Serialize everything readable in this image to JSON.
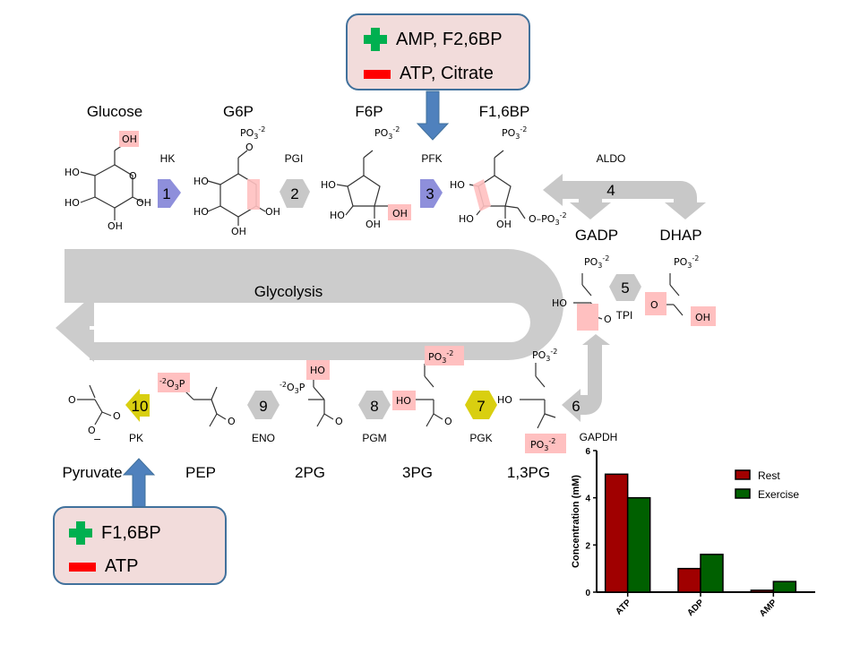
{
  "title": "Glycolysis",
  "metabolites": {
    "glucose": "Glucose",
    "g6p": "G6P",
    "f6p": "F6P",
    "f16bp": "F1,6BP",
    "gadp": "GADP",
    "dhap": "DHAP",
    "bpg13": "1,3PG",
    "pg3": "3PG",
    "pg2": "2PG",
    "pep": "PEP",
    "pyruvate": "Pyruvate"
  },
  "steps": [
    {
      "number": "1",
      "enzyme": "HK",
      "type": "irreversible",
      "color": "#8e8fdb"
    },
    {
      "number": "2",
      "enzyme": "PGI",
      "type": "reversible",
      "color": "#c8c8c8"
    },
    {
      "number": "3",
      "enzyme": "PFK",
      "type": "irreversible",
      "color": "#8e8fdb"
    },
    {
      "number": "4",
      "enzyme": "ALDO",
      "type": "reversible",
      "color": "#c8c8c8"
    },
    {
      "number": "5",
      "enzyme": "TPI",
      "type": "reversible",
      "color": "#c8c8c8"
    },
    {
      "number": "6",
      "enzyme": "GAPDH",
      "type": "reversible",
      "color": "#c8c8c8"
    },
    {
      "number": "7",
      "enzyme": "PGK",
      "type": "reversible",
      "color": "#d9cf10"
    },
    {
      "number": "8",
      "enzyme": "PGM",
      "type": "reversible",
      "color": "#c8c8c8"
    },
    {
      "number": "9",
      "enzyme": "ENO",
      "type": "reversible",
      "color": "#c8c8c8"
    },
    {
      "number": "10",
      "enzyme": "PK",
      "type": "irreversible",
      "color": "#d9cf10"
    }
  ],
  "chem_labels": {
    "oh": "OH",
    "ho": "HO",
    "o": "O",
    "po3": "PO",
    "po3_sub": "3",
    "po3_sup": "-2",
    "o3p_pre": "-2",
    "o3p": "O",
    "o3p_sub": "3",
    "o3p_p": "P",
    "ominus": "−"
  },
  "regulation": {
    "pfk": {
      "activators": "AMP, F2,6BP",
      "inhibitors": "ATP, Citrate"
    },
    "pk": {
      "activators": "F1,6BP",
      "inhibitors": "ATP"
    }
  },
  "colors": {
    "irreversible_purple": "#8e8fdb",
    "yellow_step": "#d9cf10",
    "gray_arrow": "#c8c8c8",
    "highlight": "#ffc0c0",
    "reg_border": "#41719c",
    "reg_fill": "#f2dcdb",
    "reg_arrow": "#4f81bd",
    "activator": "#00b050",
    "inhibitor": "#ff0000"
  },
  "chart_data": {
    "type": "bar",
    "title": "",
    "xlabel": "",
    "ylabel": "Concentration (mM)",
    "categories": [
      "ATP",
      "ADP",
      "AMP"
    ],
    "series": [
      {
        "name": "Rest",
        "color": "#a00000",
        "values": [
          5.0,
          1.0,
          0.08
        ]
      },
      {
        "name": "Exercise",
        "color": "#006000",
        "values": [
          4.0,
          1.6,
          0.45
        ]
      }
    ],
    "ylim": [
      0,
      6
    ],
    "yticks": [
      0,
      2,
      4,
      6
    ],
    "legend": "top-right",
    "grid": false
  }
}
